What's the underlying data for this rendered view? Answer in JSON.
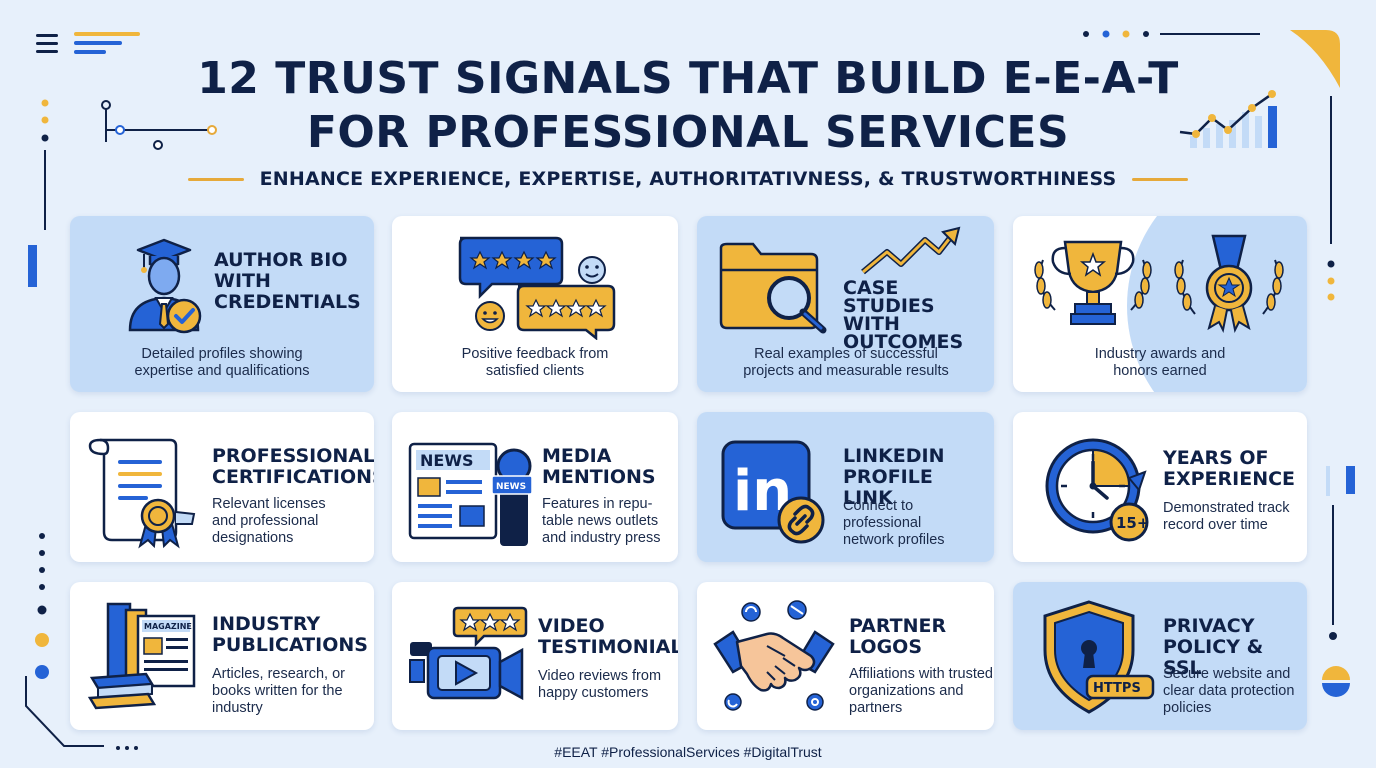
{
  "header": {
    "title_line1": "12 TRUST SIGNALS THAT BUILD E-E-A-T",
    "title_line2": "FOR PROFESSIONAL SERVICES",
    "subtitle": "ENHANCE EXPERIENCE, EXPERTISE, AUTHORITATIVNESS, & TRUSTWORTHINESS"
  },
  "colors": {
    "navy": "#0f2147",
    "blue": "#2563d6",
    "light_blue": "#c3dbf7",
    "gold": "#f0b63c",
    "background": "#e7f0fb"
  },
  "cards": [
    {
      "title": "AUTHOR BIO WITH CREDENTIALS",
      "desc": "Detailed profiles showing expertise and qualifications",
      "icon": "graduate-badge-icon"
    },
    {
      "title": "",
      "desc": "Positive feedback from satisfied clients",
      "icon": "review-stars-icon"
    },
    {
      "title": "CASE STUDIES WITH OUTCOMES",
      "desc": "Real examples of successful projects and measurable results",
      "icon": "folder-magnifier-icon"
    },
    {
      "title": "",
      "desc": "Industry awards and honors earned",
      "icon": "trophy-medal-icon"
    },
    {
      "title": "PROFESSIONAL CERTIFICATIONS",
      "desc": "Relevant licenses and professional designations",
      "icon": "certificate-icon"
    },
    {
      "title": "MEDIA MENTIONS",
      "desc": "Features in repu- table news outlets and industry press",
      "icon": "news-microphone-icon"
    },
    {
      "title": "LINKEDIN PROFILE LINK",
      "desc": "Connect to professional network profiles",
      "icon": "linkedin-icon"
    },
    {
      "title": "YEARS OF EXPERIENCE",
      "desc": "Demonstrated track record over time",
      "icon": "clock-15plus-icon"
    },
    {
      "title": "INDUSTRY PUBLICATIONS",
      "desc": "Articles, research, or books written for the industry",
      "icon": "books-magazine-icon"
    },
    {
      "title": "VIDEO TESTIMONIALS",
      "desc": "Video reviews from happy customers",
      "icon": "video-camera-icon"
    },
    {
      "title": "PARTNER LOGOS",
      "desc": "Affiliations with trusted organizations and partners",
      "icon": "handshake-icon"
    },
    {
      "title": "PRIVACY POLICY & SSL",
      "desc": "Secure website and clear data protection policies",
      "icon": "shield-lock-icon"
    }
  ],
  "icon_text": {
    "news": "NEWS",
    "news_small": "NEWS",
    "magazine": "MAGAZINE",
    "years": "15+",
    "https": "HTTPS",
    "linkedin": "in"
  },
  "footer": {
    "hashtags": "#EEAT #ProfessionalServices #DigitalTrust"
  }
}
